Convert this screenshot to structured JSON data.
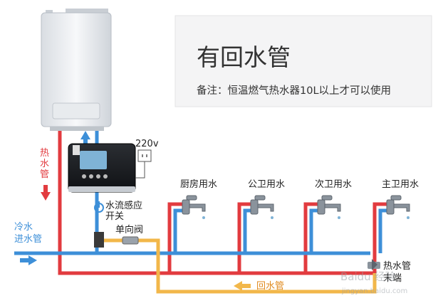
{
  "title": "有回水管",
  "note": "备注：恒温燃气热水器10L以上才可以使用",
  "voltage": "220v",
  "hot_pipe_vertical": [
    "热",
    "水",
    "管"
  ],
  "flow_switch": [
    "水流感应",
    "开关"
  ],
  "check_valve": "单向阀",
  "cold_inlet": [
    "冷水",
    "进水管"
  ],
  "outlets": [
    "厨房用水",
    "公卫用水",
    "次卫用水",
    "主卫用水"
  ],
  "hot_pipe_end": [
    "热水管",
    "末端"
  ],
  "return_pipe": "回水管",
  "watermark": "Baidu 经验",
  "watermark_url": "jingyan.baidu.com",
  "colors": {
    "hot": "#e23b3f",
    "cold": "#3d8fd8",
    "return": "#f2b74a"
  }
}
